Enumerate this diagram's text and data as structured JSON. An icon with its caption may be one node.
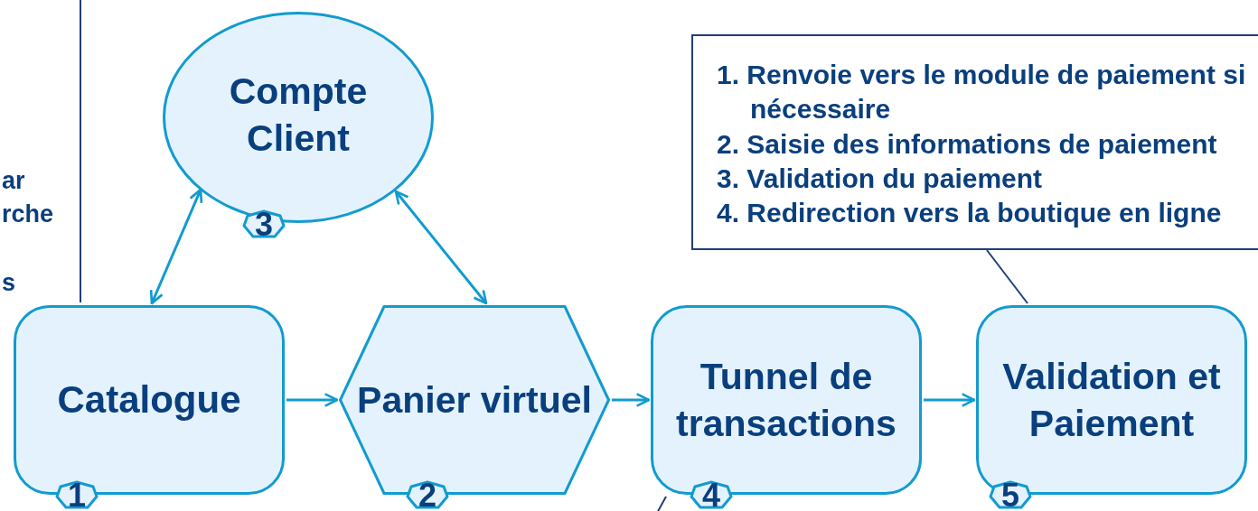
{
  "diagram": {
    "nodes": [
      {
        "text": [
          "ar",
          "rche",
          "s"
        ]
      },
      {
        "text": [
          "Compte Client"
        ]
      },
      {
        "text": [
          "3"
        ]
      },
      {
        "text": [
          "Catalogue"
        ]
      },
      {
        "text": [
          "1"
        ]
      },
      {
        "text": [
          "Panier virtuel"
        ]
      },
      {
        "text": [
          "2"
        ]
      },
      {
        "text": [
          "Tunnel de transactions"
        ]
      },
      {
        "text": [
          "4"
        ]
      },
      {
        "text": [
          "1. Renvoie vers le module de paiement si nécessaire",
          "2. Saisie des informations de paiement",
          "3. Validation du paiement",
          "4. Redirection vers la boutique en ligne"
        ]
      },
      {
        "text": [
          "Validation et Paiement"
        ]
      },
      {
        "text": [
          "5"
        ]
      }
    ],
    "edges": [
      {
        "from": 3,
        "to": 1,
        "arrow": "both"
      },
      {
        "from": 1,
        "to": 5,
        "arrow": "both"
      },
      {
        "from": 3,
        "to": 5,
        "arrow": "to"
      },
      {
        "from": 5,
        "to": 7,
        "arrow": "to"
      },
      {
        "from": 7,
        "to": 10,
        "arrow": "to"
      },
      {
        "from": 9,
        "to": 10,
        "arrow": "none",
        "color": "#1f3f77"
      },
      {
        "from": null,
        "to": 7,
        "arrow": "none",
        "color": "#1f3f77"
      }
    ]
  }
}
